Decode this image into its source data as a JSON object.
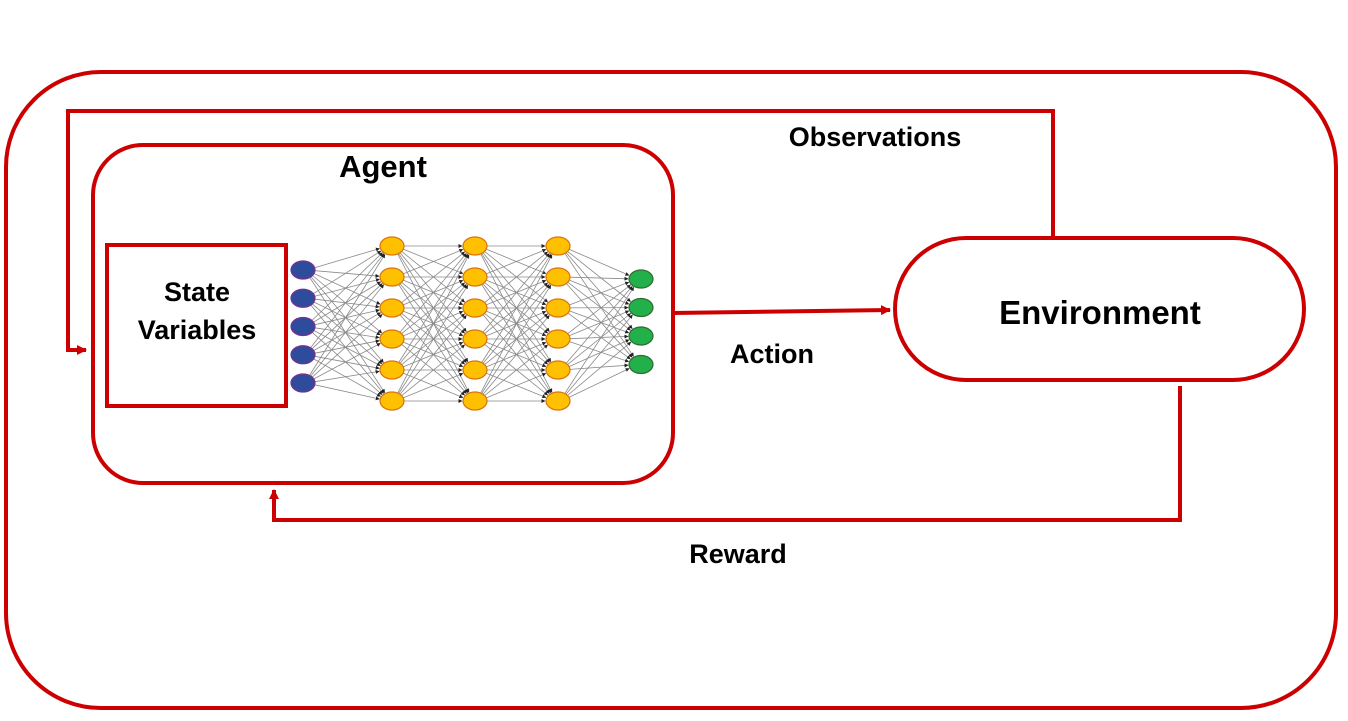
{
  "labels": {
    "agent": "Agent",
    "state_line1": "State",
    "state_line2": "Variables",
    "environment": "Environment",
    "observations": "Observations",
    "action": "Action",
    "reward": "Reward"
  },
  "network": {
    "layers": [
      {
        "count": 5,
        "color": "#2e4c9c",
        "stroke": "#7b2f8f"
      },
      {
        "count": 6,
        "color": "#ffc000",
        "stroke": "#d9730d"
      },
      {
        "count": 6,
        "color": "#ffc000",
        "stroke": "#d9730d"
      },
      {
        "count": 6,
        "color": "#ffc000",
        "stroke": "#d9730d"
      },
      {
        "count": 4,
        "color": "#22b04b",
        "stroke": "#2f6b2f"
      }
    ],
    "edge_color": "#8a8a8a"
  },
  "colors": {
    "accent": "#cc0000",
    "text": "#000000",
    "background": "#ffffff"
  }
}
